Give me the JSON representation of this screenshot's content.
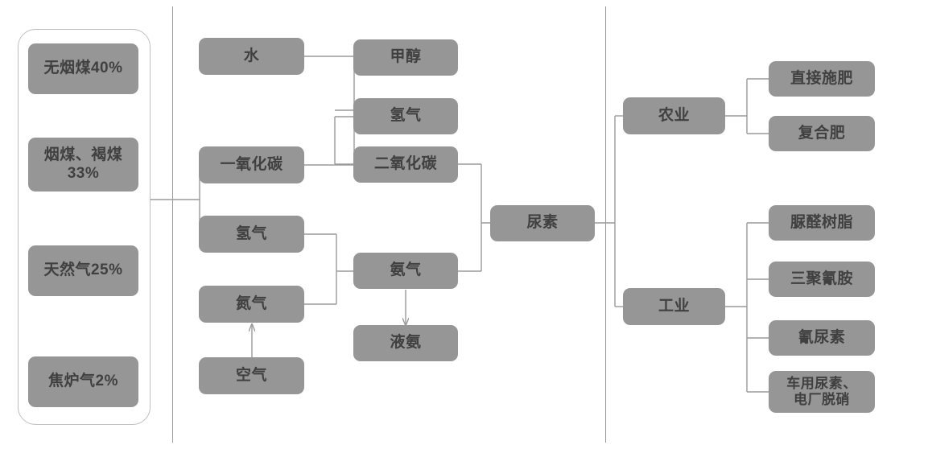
{
  "diagram": {
    "title": "Urea Production and Application Flowchart",
    "palette": {
      "node_fill": "#969696",
      "node_text": "#404040",
      "wire": "#9a9a9a",
      "container_border": "#bfbfbf",
      "background": "#ffffff"
    },
    "columns": {
      "sources_label": "raw-material-sources",
      "intermediates_label": "intermediates",
      "products_label": "downstream-applications"
    },
    "sources": [
      {
        "id": "anthracite",
        "label": "无烟煤40%",
        "percent": 40
      },
      {
        "id": "bituminous-lignite",
        "label": "烟煤、褐煤\n33%",
        "percent": 33
      },
      {
        "id": "natural-gas",
        "label": "天然气25%",
        "percent": 25
      },
      {
        "id": "coke-oven-gas",
        "label": "焦炉气2%",
        "percent": 2
      }
    ],
    "intermediates": [
      {
        "id": "water",
        "label": "水"
      },
      {
        "id": "carbon-monoxide",
        "label": "一氧化碳"
      },
      {
        "id": "hydrogen-upper",
        "label": "氢气"
      },
      {
        "id": "nitrogen",
        "label": "氮气"
      },
      {
        "id": "air",
        "label": "空气"
      },
      {
        "id": "methanol",
        "label": "甲醇"
      },
      {
        "id": "hydrogen-mid",
        "label": "氢气"
      },
      {
        "id": "carbon-dioxide",
        "label": "二氧化碳"
      },
      {
        "id": "ammonia",
        "label": "氨气"
      },
      {
        "id": "liquid-ammonia",
        "label": "液氨"
      }
    ],
    "product": {
      "id": "urea",
      "label": "尿素"
    },
    "branches": [
      {
        "id": "agriculture",
        "label": "农业",
        "children": [
          {
            "id": "direct-fertilizer",
            "label": "直接施肥"
          },
          {
            "id": "compound-fertilizer",
            "label": "复合肥"
          }
        ]
      },
      {
        "id": "industry",
        "label": "工业",
        "children": [
          {
            "id": "urea-formaldehyde-resin",
            "label": "脲醛树脂"
          },
          {
            "id": "melamine",
            "label": "三聚氰胺"
          },
          {
            "id": "cyanuric-urea",
            "label": "氰尿素"
          },
          {
            "id": "vehicle-urea-power-plant",
            "label": "车用尿素、\n电厂脱硝"
          }
        ]
      }
    ]
  }
}
